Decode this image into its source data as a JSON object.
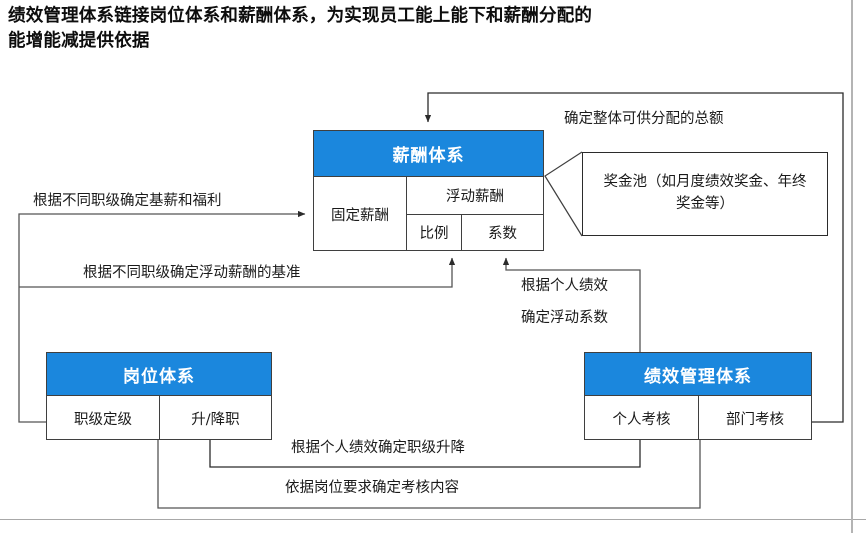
{
  "title": {
    "line1": "绩效管理体系链接岗位体系和薪酬体系，为实现员工能上能下和薪酬分配的",
    "line2": "能增能减提供依据"
  },
  "nodes": {
    "salary": {
      "header": "薪酬体系",
      "fixed": "固定薪酬",
      "floating": "浮动薪酬",
      "ratio": "比例",
      "coefficient": "系数"
    },
    "position": {
      "header": "岗位体系",
      "grading": "职级定级",
      "promotion": "升/降职"
    },
    "performance": {
      "header": "绩效管理体系",
      "individual": "个人考核",
      "department": "部门考核"
    },
    "bonus_callout": {
      "text": "奖金池（如月度绩效奖金、年终奖金等）"
    }
  },
  "edge_labels": {
    "base_salary": "根据不同职级确定基薪和福利",
    "floating_base": "根据不同职级确定浮动薪酬的基准",
    "total_amount": "确定整体可供分配的总额",
    "coefficient_line1": "根据个人绩效",
    "coefficient_line2": "确定浮动系数",
    "rank_change": "根据个人绩效确定职级升降",
    "appraisal_content": "依据岗位要求确定考核内容"
  },
  "colors": {
    "header_blue": "#1b87dd",
    "border": "#3f3f3f",
    "text": "#1a1a1a"
  }
}
